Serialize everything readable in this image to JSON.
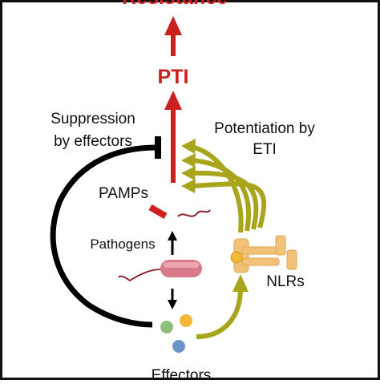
{
  "colors": {
    "red": "#cc1f1f",
    "olive": "#a8a51c",
    "black": "#000000",
    "pathogen": "#d97a8a",
    "nlr": "#f3c27a",
    "effector_green": "#8fbf7a",
    "effector_yellow": "#f2b735",
    "effector_blue": "#6a95c8"
  },
  "labels": {
    "resistance": "Resistance",
    "pti": "PTI",
    "suppression_line1": "Suppression",
    "suppression_line2": "by effectors",
    "potentiation_line1": "Potentiation by",
    "potentiation_line2": "ETI",
    "pamps": "PAMPs",
    "pathogens": "Pathogens",
    "nlrs": "NLRs",
    "effectors": "Effectors"
  }
}
